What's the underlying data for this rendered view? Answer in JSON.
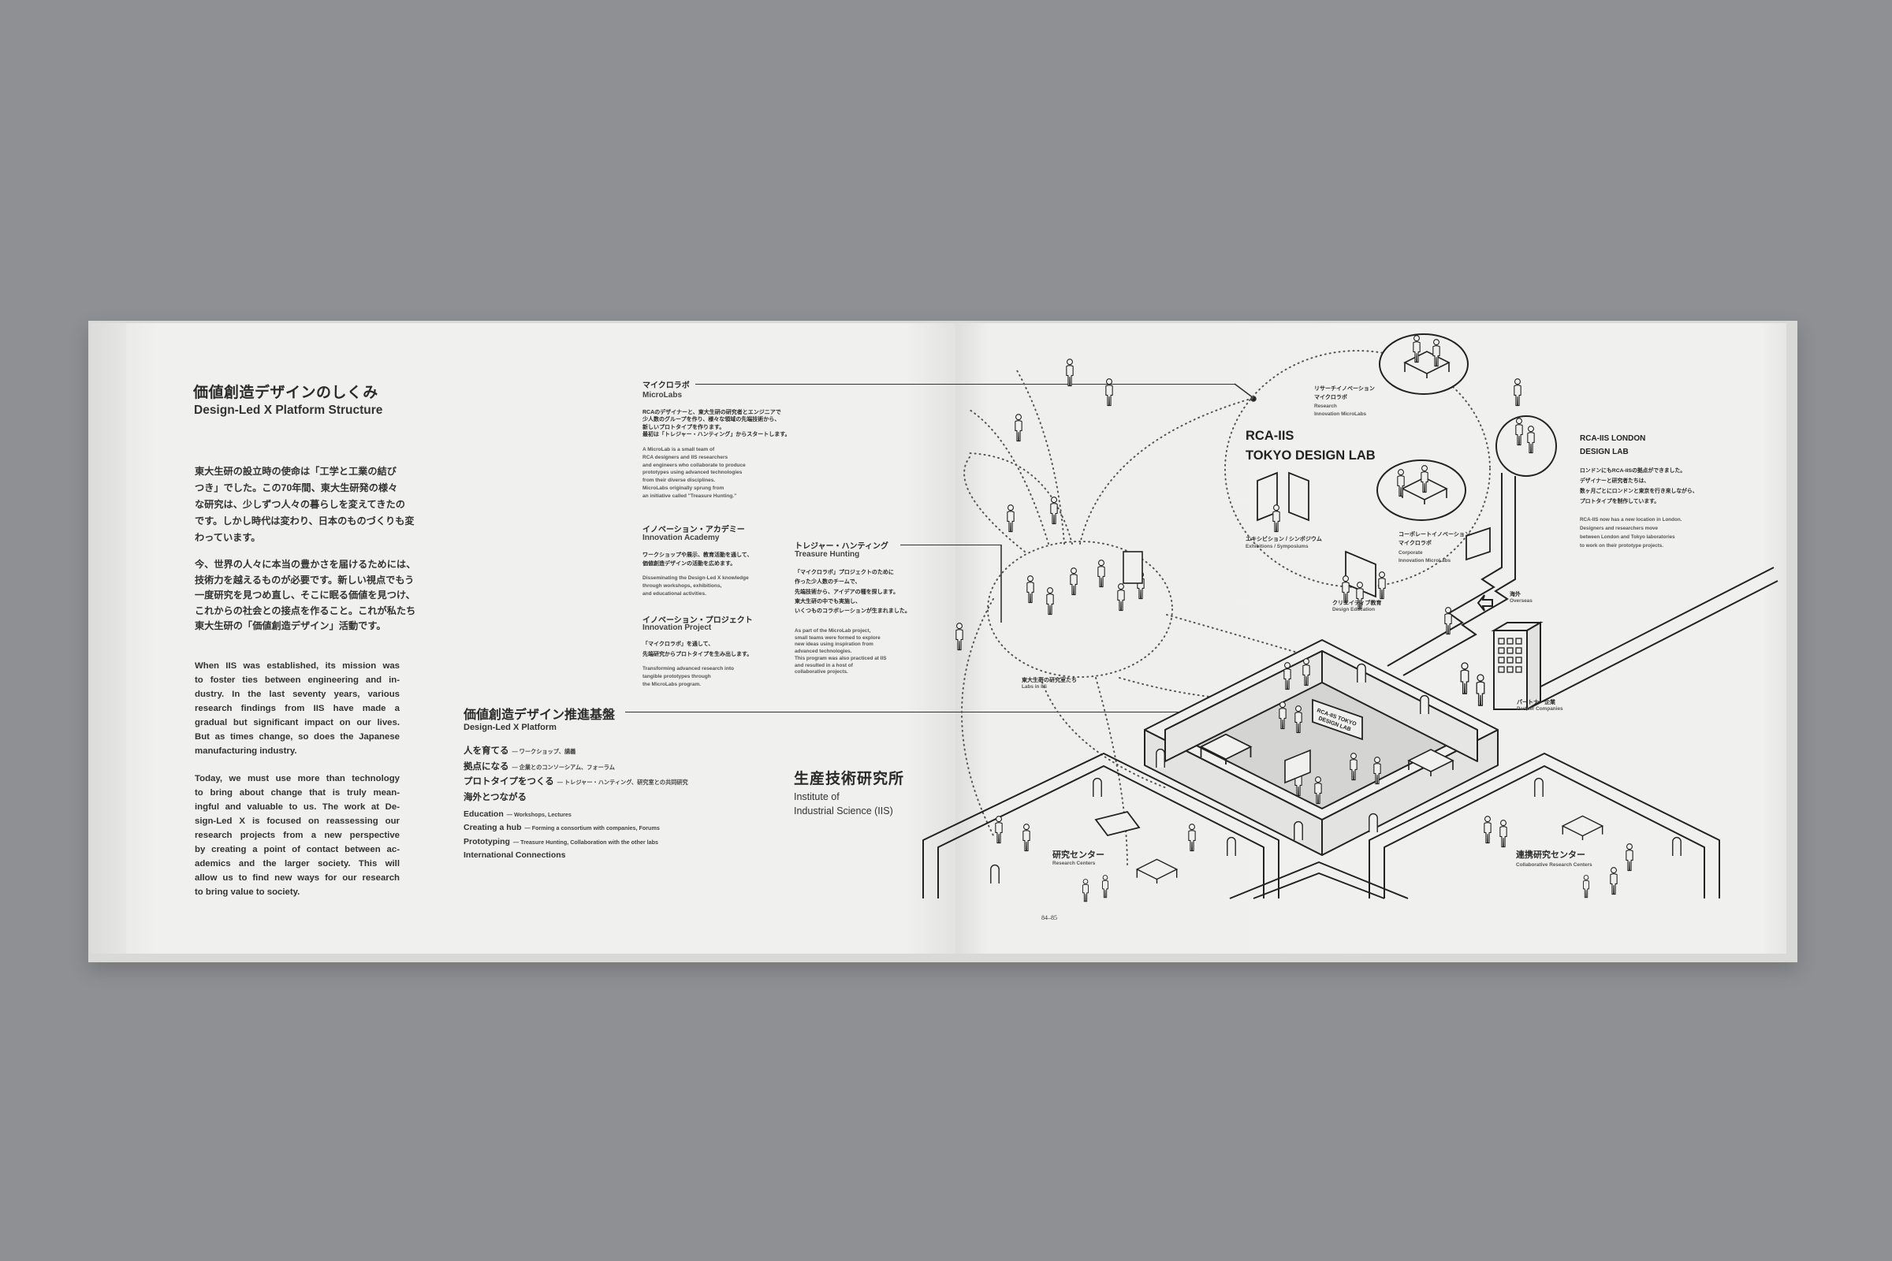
{
  "left_page": {
    "title_ja": "価値創造デザインのしくみ",
    "title_en": "Design-Led X Platform Structure",
    "body_ja_1": [
      "東大生研の設立時の使命は「工学と工業の結び",
      "つき」でした。この70年間、東大生研発の様々",
      "な研究は、少しずつ人々の暮らしを変えてきたの",
      "です。しかし時代は変わり、日本のものづくりも変",
      "わっています。"
    ],
    "body_ja_2": [
      "今、世界の人々に本当の豊かさを届けるためには、",
      "技術力を越えるものが必要です。新しい視点でもう",
      "一度研究を見つめ直し、そこに眠る価値を見つけ、",
      "これからの社会との接点を作ること。これが私たち",
      "東大生研の「価値創造デザイン」活動です。"
    ],
    "body_en_1": [
      "When IIS was established, its mission was",
      "to foster ties between engineering and in-",
      "dustry. In the last seventy years, various",
      "research findings from IIS have made a",
      "gradual but significant impact on our lives.",
      "But as times change, so does the Japanese",
      "manufacturing industry."
    ],
    "body_en_2": [
      "Today, we must use more than technology",
      "to bring about change that is truly mean-",
      "ingful and valuable to us. The work at De-",
      "sign-Led X is focused on reassessing our",
      "research projects from a new perspective",
      "by creating a point of contact between ac-",
      "ademics and the larger society. This will",
      "allow us to find new ways for our research",
      "to bring value to society."
    ]
  },
  "microlabs": {
    "title_ja": "マイクロラボ",
    "title_en": "MicroLabs",
    "body_ja": [
      "RCAのデザイナーと、東大生研の研究者とエンジニアで",
      "少人数のグループを作り、様々な領域の先端技術から、",
      "新しいプロトタイプを作ります。",
      "最初は「トレジャー・ハンティング」からスタートします。"
    ],
    "body_en": [
      "A MicroLab is a small team of",
      "RCA designers and IIS researchers",
      "and engineers who collaborate to produce",
      "prototypes using advanced technologies",
      "from their diverse disciplines.",
      "MicroLabs originally sprung from",
      "an initiative called \"Treasure Hunting.\""
    ]
  },
  "academy": {
    "title_ja": "イノベーション・アカデミー",
    "title_en": "Innovation Academy",
    "body_ja": [
      "ワークショップや展示、教育活動を通して、",
      "価値創造デザインの活動を広めます。"
    ],
    "body_en": [
      "Disseminating the Design-Led X knowledge",
      "through workshops, exhibitions,",
      "and educational activities."
    ]
  },
  "project": {
    "title_ja": "イノベーション・プロジェクト",
    "title_en": "Innovation Project",
    "body_ja": [
      "「マイクロラボ」を通して、",
      "先端研究からプロトタイプを生み出します。"
    ],
    "body_en": [
      "Transforming advanced research into",
      "tangible prototypes through",
      "the MicroLabs program."
    ]
  },
  "treasure": {
    "title_ja": "トレジャー・ハンティング",
    "title_en": "Treasure Hunting",
    "body_ja": [
      "「マイクロラボ」プロジェクトのために",
      "作った少人数のチームで、",
      "先端技術から、アイデアの種を探します。",
      "東大生研の中でも実施し、",
      "いくつものコラボレーションが生まれました。"
    ],
    "body_en": [
      "As part of the MicroLab project,",
      "small teams were formed to explore",
      "new ideas using inspiration from",
      "advanced technologies.",
      "This program was also practiced at IIS",
      "and resulted in a host of",
      "collaborative projects."
    ]
  },
  "platform": {
    "title_ja": "価値創造デザイン推進基盤",
    "title_en": "Design-Led X Platform",
    "items_ja": [
      {
        "label": "人を育てる",
        "note": "— ワークショップ、講義"
      },
      {
        "label": "拠点になる",
        "note": "— 企業とのコンソーシアム、フォーラム"
      },
      {
        "label": "プロトタイプをつくる",
        "note": "— トレジャー・ハンティング、研究室との共同研究"
      },
      {
        "label": "海外とつながる",
        "note": ""
      }
    ],
    "items_en": [
      {
        "label": "Education",
        "note": "— Workshops, Lectures"
      },
      {
        "label": "Creating a hub",
        "note": "— Forming a consortium with companies, Forums"
      },
      {
        "label": "Prototyping",
        "note": "— Treasure Hunting, Collaboration with the other labs"
      },
      {
        "label": "International Connections",
        "note": ""
      }
    ]
  },
  "iis": {
    "title_ja": "生産技術研究所",
    "title_en": [
      "Institute of",
      "Industrial Science (IIS)"
    ]
  },
  "diagram": {
    "tokyo_lab": [
      "RCA-IIS",
      "TOKYO DESIGN LAB"
    ],
    "research_microlabs": {
      "ja": [
        "リサーチイノベーション",
        "マイクロラボ"
      ],
      "en": [
        "Research",
        "Innovation MicroLabs"
      ]
    },
    "exhibitions": {
      "ja": "エキシビション / シンポジウム",
      "en": "Exhibitions / Symposiums"
    },
    "corporate_microlabs": {
      "ja": [
        "コーポレートイノベーション",
        "マイクロラボ"
      ],
      "en": [
        "Corporate",
        "Innovation MicroLabs"
      ]
    },
    "design_education": {
      "ja": "クリエイティブ教育",
      "en": "Design Education"
    },
    "london_lab": {
      "title": [
        "RCA-IIS LONDON",
        "DESIGN LAB"
      ],
      "body_ja": [
        "ロンドンにもRCA-IISの拠点ができました。",
        "デザイナーと研究者たちは、",
        "数ヶ月ごとにロンドンと東京を行き来しながら、",
        "プロトタイプを制作しています。"
      ],
      "body_en": [
        "RCA-IIS now has a new location in London.",
        "Designers and researchers move",
        "between London and Tokyo laboratories",
        "to work on their prototype projects."
      ]
    },
    "overseas": {
      "ja": "海外",
      "en": "Overseas"
    },
    "partners": {
      "ja": "パートナー企業",
      "en": "Partner Companies"
    },
    "labs_in_iis": {
      "ja": "東大生研の研究室たち",
      "en": "Labs in IIS"
    },
    "research_centers": {
      "ja": "研究センター",
      "en": "Research Centers"
    },
    "collab_centers": {
      "ja": "連携研究センター",
      "en": "Collaborative Research Centers"
    },
    "lab_sign": [
      "RCA-IIS TOKYO",
      "DESIGN LAB"
    ]
  },
  "page_number": "84–85"
}
